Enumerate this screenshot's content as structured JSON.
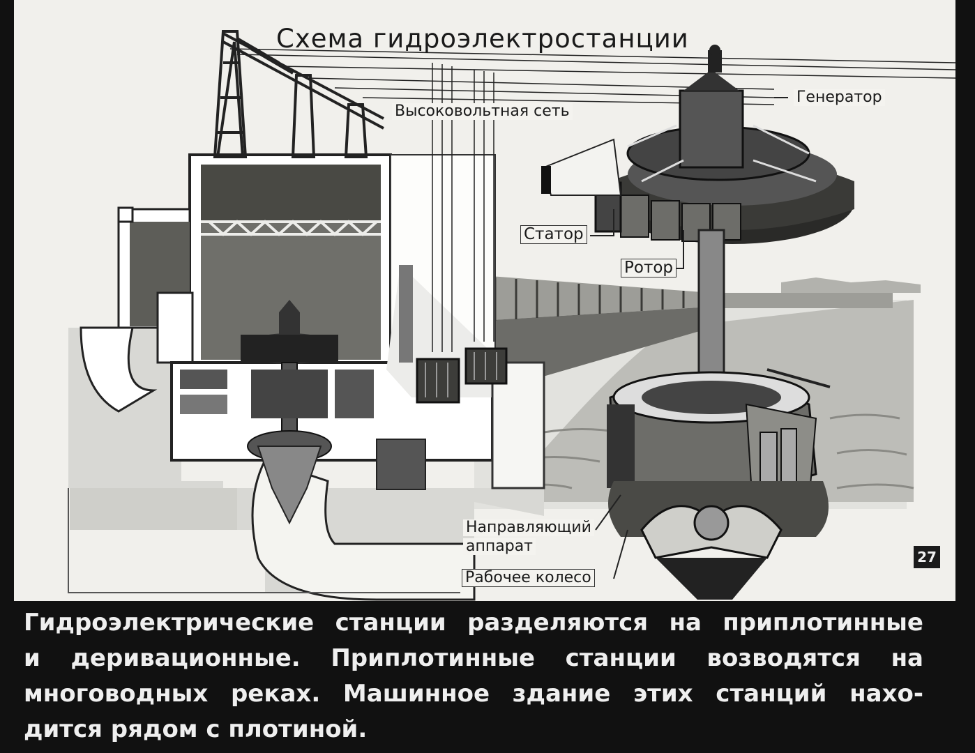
{
  "title": "Схема гидроэлектростанции",
  "labels": {
    "high_voltage_grid": "Высоковольтная сеть",
    "generator": "Генератор",
    "stator": "Статор",
    "rotor": "Ротор",
    "guide_apparatus_line1": "Направляющий",
    "guide_apparatus_line2": "аппарат",
    "runner": "Рабочее колесо"
  },
  "slide_number": "27",
  "caption": {
    "line1": "Гидроэлектрические станции разделяются на приплотинные",
    "line2": "и деривационные. Приплотинные станции возводятся на",
    "line3": "многоводных реках. Машинное здание этих станций нахо-",
    "line4": "дится рядом с плотиной."
  },
  "colors": {
    "paper": "#f1f0ec",
    "ink": "#1a1a1a",
    "caption_bg": "#111111",
    "caption_text": "#efefef"
  }
}
